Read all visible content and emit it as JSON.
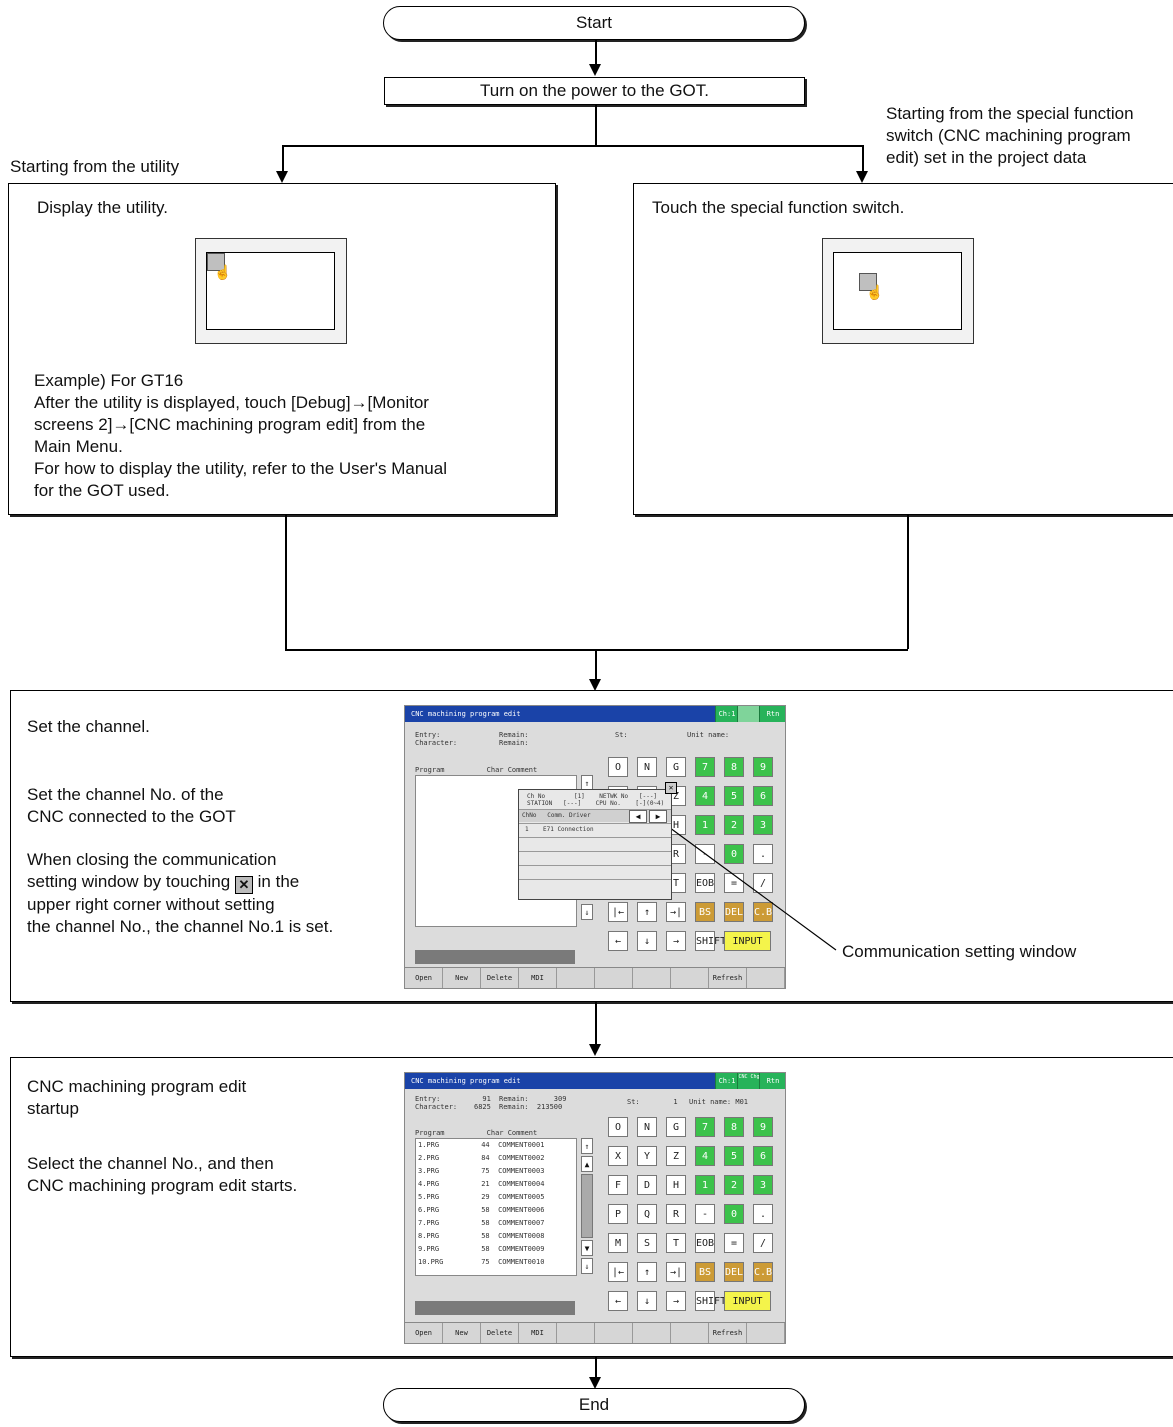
{
  "terminals": {
    "start": "Start",
    "end": "End"
  },
  "power_step": "Turn on the power to the GOT.",
  "branch_left_label": "Starting from the utility",
  "branch_right_label": [
    "Starting from the special function",
    "switch (CNC machining program",
    "edit) set in the project data"
  ],
  "left_box": {
    "heading": "Display the utility.",
    "body": [
      "Example) For GT16",
      "After the utility is displayed, touch [Debug]→[Monitor",
      "screens 2]→[CNC machining program edit] from the",
      "Main Menu.",
      "For how to display the utility, refer to the User's Manual",
      "for the GOT used."
    ]
  },
  "right_box": {
    "heading": "Touch the special function switch."
  },
  "channel_box": {
    "heading": "Set the channel.",
    "line1": [
      "Set the channel No. of the",
      "CNC connected to the GOT"
    ],
    "line2a": [
      "When closing the communication"
    ],
    "line2b_pre": "setting window by touching",
    "line2b_post": "in the",
    "line2c": [
      "upper right corner without setting",
      "the channel No., the channel No.1 is set."
    ],
    "callout": "Communication setting window"
  },
  "startup_box": {
    "heading": [
      "CNC machining program edit",
      "startup"
    ],
    "body": [
      "Select the channel No., and then",
      "CNC machining program edit starts."
    ]
  },
  "cnc1": {
    "title": "CNC machining program edit",
    "tb_buttons": [
      "Ch:1",
      "",
      "Rtn"
    ],
    "entry": "Entry:\nCharacter:",
    "remain": "Remain:\nRemain:",
    "st": "St:",
    "unit": "Unit name:",
    "list_header": "Program          Char Comment",
    "fkeys": [
      "Open",
      "New",
      "Delete",
      "MDI",
      "",
      "",
      "",
      "",
      "Refresh",
      ""
    ],
    "comm": {
      "hdr1": "Ch No        [1]    NETWK No   [---]",
      "hdr2": "STATION   [---]    CPU No.    [-](0~4)",
      "cols": "ChNo   Comm. Driver",
      "row1_no": "1",
      "row1": "E71 Connection"
    }
  },
  "cnc2": {
    "title": "CNC machining program edit",
    "tb_buttons": [
      "Ch:1",
      "CNC Chg",
      "Rtn"
    ],
    "entry": "Entry:          91\nCharacter:    6825",
    "remain": "Remain:      309\nRemain:  213500",
    "st": "St:        1",
    "unit": "Unit name: M01",
    "list_header": "Program          Char Comment",
    "programs": [
      "1.PRG          44  COMMENT0001",
      "2.PRG          84  COMMENT0002",
      "3.PRG          75  COMMENT0003",
      "4.PRG          21  COMMENT0004",
      "5.PRG          29  COMMENT0005",
      "6.PRG          58  COMMENT0006",
      "7.PRG          58  COMMENT0007",
      "8.PRG          58  COMMENT0008",
      "9.PRG          58  COMMENT0009",
      "10.PRG         75  COMMENT0010"
    ],
    "fkeys": [
      "Open",
      "New",
      "Delete",
      "MDI",
      "",
      "",
      "",
      "",
      "Refresh",
      ""
    ]
  },
  "keypad": {
    "rows": [
      [
        "O",
        "N",
        "G",
        "7",
        "8",
        "9"
      ],
      [
        "X",
        "Y",
        "Z",
        "4",
        "5",
        "6"
      ],
      [
        "F",
        "D",
        "H",
        "1",
        "2",
        "3"
      ],
      [
        "P",
        "Q",
        "R",
        "-",
        "0",
        "."
      ],
      [
        "M",
        "S",
        "T",
        "EOB",
        "=",
        "/"
      ]
    ],
    "row6": [
      "|←",
      "↑",
      "→|",
      "BS",
      "DEL",
      "C.B"
    ],
    "row7": [
      "←",
      "↓",
      "→",
      "SHIFT",
      "INPUT"
    ]
  }
}
